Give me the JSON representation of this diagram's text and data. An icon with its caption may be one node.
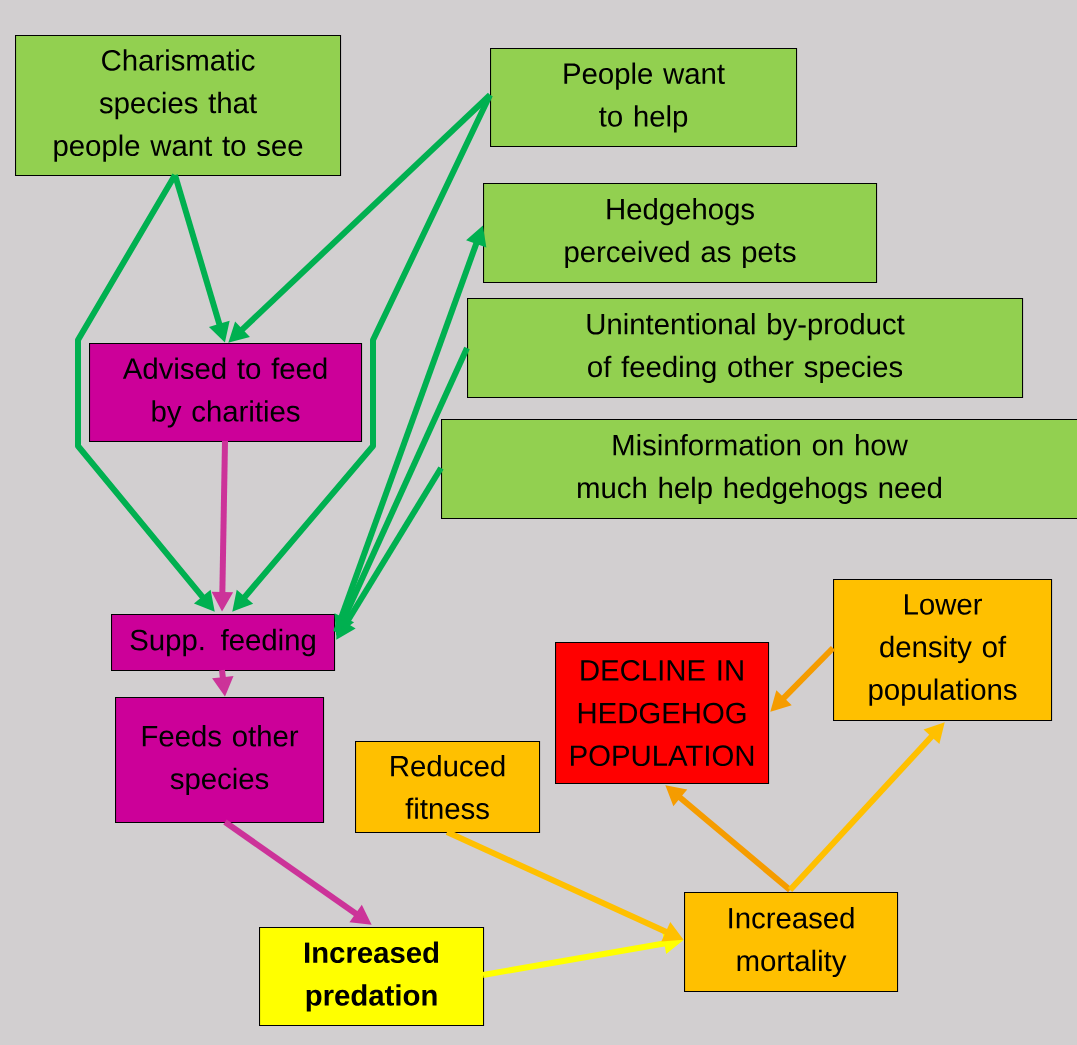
{
  "diagram": {
    "nodes": [
      {
        "text": [
          "Charismatic species that people want to see"
        ]
      },
      {
        "text": [
          "People want to help"
        ]
      },
      {
        "text": [
          "Hedgehogs perceived as pets"
        ]
      },
      {
        "text": [
          "Unintentional by-product of feeding other species"
        ]
      },
      {
        "text": [
          "Misinformation on how much help hedgehogs need"
        ]
      },
      {
        "text": [
          "Advised to feed by charities"
        ]
      },
      {
        "text": [
          "Supp. feeding"
        ]
      },
      {
        "text": [
          "Feeds other species"
        ]
      },
      {
        "text": [
          "Increased predation"
        ]
      },
      {
        "text": [
          "Reduced fitness"
        ]
      },
      {
        "text": [
          "DECLINE IN HEDGEHOG POPULATION"
        ]
      },
      {
        "text": [
          "Lower density of populations"
        ]
      },
      {
        "text": [
          "Increased mortality"
        ]
      }
    ],
    "edges": [
      {
        "from": 0,
        "to": 5,
        "arrow": "to"
      },
      {
        "from": 0,
        "to": 6,
        "arrow": "to"
      },
      {
        "from": 1,
        "to": 5,
        "arrow": "to"
      },
      {
        "from": 1,
        "to": 6,
        "arrow": "to"
      },
      {
        "from": 6,
        "to": 2,
        "arrow": "to"
      },
      {
        "from": 3,
        "to": 6,
        "arrow": "to"
      },
      {
        "from": 4,
        "to": 6,
        "arrow": "to"
      },
      {
        "from": 5,
        "to": 6,
        "arrow": "to",
        "color": "#cc3399"
      },
      {
        "from": 6,
        "to": 7,
        "arrow": "to",
        "color": "#cc3399"
      },
      {
        "from": 7,
        "to": 8,
        "arrow": "to",
        "color": "#cc3399"
      },
      {
        "from": 8,
        "to": 12,
        "arrow": "to",
        "color": "#ffff00"
      },
      {
        "from": 9,
        "to": 12,
        "arrow": "to",
        "color": "#ffc000"
      },
      {
        "from": 12,
        "to": 10,
        "arrow": "to",
        "color": "#f59c00"
      },
      {
        "from": 12,
        "to": 11,
        "arrow": "to",
        "color": "#ffc000"
      },
      {
        "from": 11,
        "to": 10,
        "arrow": "to",
        "color": "#f59c00"
      }
    ]
  }
}
